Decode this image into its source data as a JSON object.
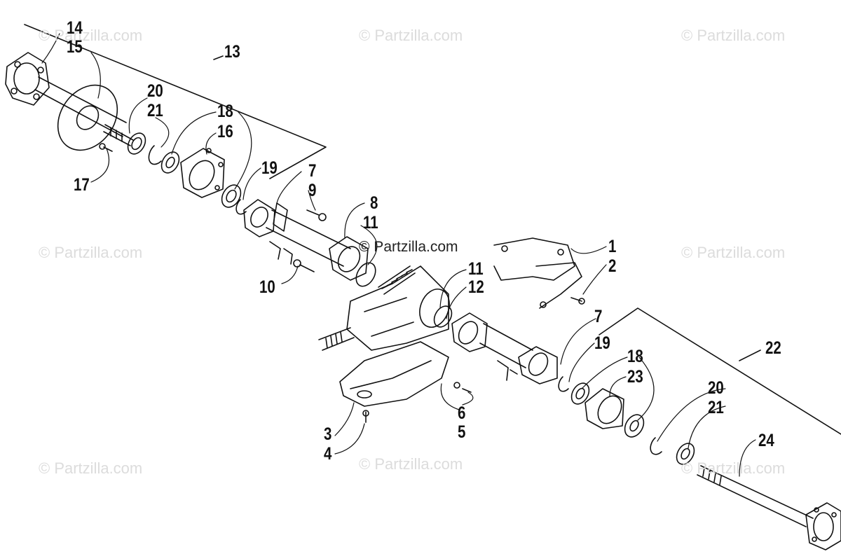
{
  "watermarks": [
    "© Partzilla.com",
    "© Partzilla.com",
    "© Partzilla.com",
    "© Partzilla.com",
    "© Partzilla.com",
    "© Partzilla.com",
    "© Partzilla.com",
    "© Partzilla.com",
    "© Partzilla.com"
  ],
  "callouts": [
    "14",
    "15",
    "13",
    "20",
    "21",
    "18",
    "16",
    "17",
    "19",
    "7",
    "9",
    "8",
    "11",
    "10",
    "1",
    "2",
    "11",
    "12",
    "7",
    "19",
    "22",
    "18",
    "23",
    "20",
    "21",
    "24",
    "6",
    "5",
    "3",
    "4"
  ],
  "colors": {
    "line": "#111111",
    "watermark": "#dcdcdc",
    "background": "#ffffff"
  }
}
